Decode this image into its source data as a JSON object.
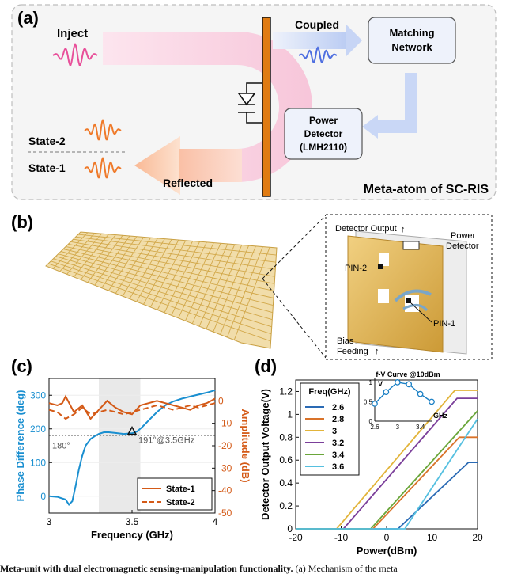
{
  "panel_a": {
    "label": "(a)",
    "inject": "Inject",
    "coupled": "Coupled",
    "matching_network": [
      "Matching",
      "Network"
    ],
    "power_detector": [
      "Power",
      "Detector",
      "(LMH2110)"
    ],
    "state2": "State-2",
    "state1": "State-1",
    "reflected": "Reflected",
    "footer": "Meta-atom of SC-RIS",
    "colors": {
      "inject_wave": "#e8509a",
      "coupled_wave": "#4f6fe0",
      "reflected_wave": "#ef7a2a",
      "board": "#e07b12",
      "arrow_pink": "#f7c6d8",
      "arrow_blue": "#c9d7f6"
    }
  },
  "panel_b": {
    "label": "(b)",
    "detector_output": "Detector Output",
    "power_detector": [
      "Power",
      "Detector"
    ],
    "pin2": "PIN-2",
    "pin1": "PIN-1",
    "bias_feeding": [
      "Bias",
      "Feeding"
    ],
    "colors": {
      "metal": "#d8ad4a",
      "metal_light": "#e9c469"
    }
  },
  "panel_c": {
    "label": "(c)",
    "annotation_180": "180°",
    "annotation_point": "191°@3.5GHz"
  },
  "panel_d": {
    "label": "(d)",
    "inset_title": "f-V Curve @10dBm",
    "inset_ylabel": "V",
    "inset_xlabel": "GHz"
  },
  "caption": {
    "bold_text": "Meta-unit with dual electromagnetic sensing-manipulation functionality.",
    "text": " (a) Mechanism of the meta"
  },
  "chart_data": [
    {
      "type": "line",
      "title": "",
      "xlabel": "Frequency (GHz)",
      "ylabel": "Phase Difference (deg)",
      "ylabel_right": "Amplitude (dB)",
      "xlim": [
        3,
        4
      ],
      "ylim": [
        -50,
        350
      ],
      "ylim_right": [
        -50,
        10
      ],
      "x_ticks": [
        "3",
        "3.5",
        "4"
      ],
      "y_ticks": [
        "0",
        "100",
        "200",
        "300"
      ],
      "y_ticks_right": [
        "0",
        "-10",
        "-20",
        "-30",
        "-40",
        "-50"
      ],
      "highlight_band": [
        3.3,
        3.55
      ],
      "reference_line": 180,
      "marker": {
        "x": 3.5,
        "y": 191
      },
      "legend": {
        "position": "lower-right",
        "entries": [
          "State-1",
          "State-2"
        ]
      },
      "series": [
        {
          "axis": "left",
          "color": "#1a8fd0",
          "style": "solid",
          "x": [
            3.0,
            3.05,
            3.1,
            3.12,
            3.14,
            3.16,
            3.18,
            3.2,
            3.22,
            3.25,
            3.28,
            3.3,
            3.33,
            3.36,
            3.4,
            3.45,
            3.5,
            3.53,
            3.56,
            3.6,
            3.65,
            3.7,
            3.75,
            3.8,
            3.85,
            3.9,
            3.95,
            4.0
          ],
          "y": [
            0,
            -2,
            -10,
            -25,
            -15,
            30,
            80,
            120,
            150,
            170,
            180,
            185,
            190,
            190,
            188,
            185,
            187,
            192,
            205,
            225,
            250,
            270,
            282,
            290,
            296,
            302,
            308,
            315
          ]
        },
        {
          "axis": "right",
          "name": "State-1",
          "color": "#d45a17",
          "style": "solid",
          "x": [
            3.0,
            3.05,
            3.08,
            3.1,
            3.15,
            3.2,
            3.25,
            3.3,
            3.35,
            3.4,
            3.45,
            3.5,
            3.55,
            3.6,
            3.65,
            3.7,
            3.75,
            3.8,
            3.85,
            3.9,
            3.95,
            4.0
          ],
          "y": [
            -1,
            -2,
            -1,
            2,
            -5,
            -2,
            -8,
            -4,
            0,
            -3,
            -5,
            -6,
            -2,
            -1,
            0,
            -1,
            -2,
            -3,
            -4,
            -2,
            -1,
            1
          ]
        },
        {
          "axis": "right",
          "name": "State-2",
          "color": "#d45a17",
          "style": "dashed",
          "x": [
            3.0,
            3.05,
            3.1,
            3.15,
            3.2,
            3.25,
            3.3,
            3.35,
            3.4,
            3.45,
            3.5,
            3.55,
            3.6,
            3.65,
            3.7,
            3.75,
            3.8,
            3.85,
            3.9,
            3.95,
            4.0
          ],
          "y": [
            -4,
            -5,
            -8,
            -6,
            -3,
            -6,
            -5,
            -4,
            -5,
            -6,
            -5,
            -4,
            -3,
            -2,
            -3,
            -4,
            -3,
            -2,
            -3,
            -2,
            -1
          ]
        }
      ]
    },
    {
      "type": "line",
      "title": "",
      "xlabel": "Power(dBm)",
      "ylabel": "Detector Output Voltage(V)",
      "xlim": [
        -20,
        20
      ],
      "ylim": [
        0,
        1.3
      ],
      "x_ticks": [
        "-20",
        "-10",
        "0",
        "10",
        "20"
      ],
      "y_ticks": [
        "0",
        "0.2",
        "0.4",
        "0.6",
        "0.8",
        "1",
        "1.2"
      ],
      "legend": {
        "position": "upper-left",
        "title": "Freq(GHz)",
        "entries": [
          "2.6",
          "2.8",
          "3",
          "3.2",
          "3.4",
          "3.6"
        ]
      },
      "series": [
        {
          "name": "2.6",
          "color": "#2a6ab4",
          "x": [
            -20,
            2.5,
            18,
            20
          ],
          "y": [
            0,
            0,
            0.58,
            0.58
          ]
        },
        {
          "name": "2.8",
          "color": "#d9732a",
          "x": [
            -20,
            -3,
            16,
            20
          ],
          "y": [
            0,
            0,
            0.8,
            0.8
          ]
        },
        {
          "name": "3",
          "color": "#e2b43a",
          "x": [
            -20,
            -11,
            15,
            20
          ],
          "y": [
            0,
            0,
            1.21,
            1.21
          ]
        },
        {
          "name": "3.2",
          "color": "#7b3f9a",
          "x": [
            -20,
            -9.5,
            15.5,
            20
          ],
          "y": [
            0,
            0,
            1.14,
            1.14
          ]
        },
        {
          "name": "3.4",
          "color": "#6aa63a",
          "x": [
            -20,
            -3.5,
            20
          ],
          "y": [
            0,
            0,
            1.03
          ]
        },
        {
          "name": "3.6",
          "color": "#56c0e0",
          "x": [
            -20,
            4,
            20
          ],
          "y": [
            0,
            0,
            0.96
          ]
        }
      ]
    },
    {
      "type": "line",
      "title": "f-V Curve @10dBm",
      "xlabel": "GHz",
      "ylabel": "V",
      "xlim": [
        2.6,
        3.6
      ],
      "ylim": [
        0,
        1.1
      ],
      "x_ticks": [
        "2.6",
        "3",
        "3.4"
      ],
      "y_ticks": [
        "0",
        "0.5",
        "1"
      ],
      "series": [
        {
          "color": "#1a7fc4",
          "marker": "circle",
          "x": [
            2.6,
            2.8,
            3.0,
            3.2,
            3.4,
            3.6
          ],
          "y": [
            0.45,
            0.75,
            1.0,
            0.95,
            0.7,
            0.5
          ]
        }
      ]
    }
  ]
}
